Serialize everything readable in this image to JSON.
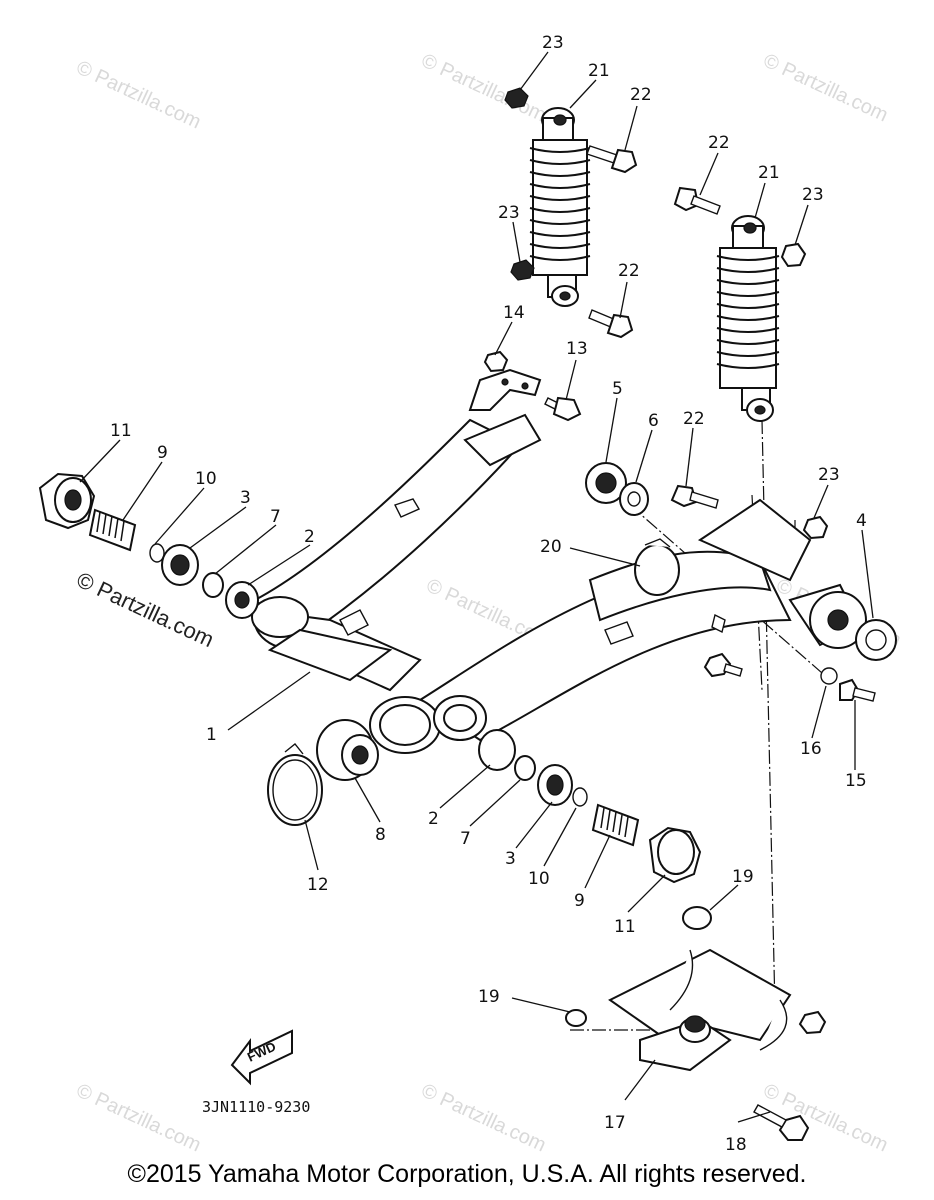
{
  "watermark": "© Partzilla.com",
  "partzilla_label": "© Partzilla.com",
  "diagram_code": "3JN1110-9230",
  "fwd_label": "FWD",
  "copyright": "©2015  Yamaha Motor Corporation, U.S.A. All rights reserved.",
  "callouts": [
    {
      "id": "c23a",
      "text": "23"
    },
    {
      "id": "c21a",
      "text": "21"
    },
    {
      "id": "c22a",
      "text": "22"
    },
    {
      "id": "c22b",
      "text": "22"
    },
    {
      "id": "c21b",
      "text": "21"
    },
    {
      "id": "c23b",
      "text": "23"
    },
    {
      "id": "c23c",
      "text": "23"
    },
    {
      "id": "c22c",
      "text": "22"
    },
    {
      "id": "c14",
      "text": "14"
    },
    {
      "id": "c13",
      "text": "13"
    },
    {
      "id": "c5",
      "text": "5"
    },
    {
      "id": "c6",
      "text": "6"
    },
    {
      "id": "c22d",
      "text": "22"
    },
    {
      "id": "c23d",
      "text": "23"
    },
    {
      "id": "c4",
      "text": "4"
    },
    {
      "id": "c11a",
      "text": "11"
    },
    {
      "id": "c9a",
      "text": "9"
    },
    {
      "id": "c10a",
      "text": "10"
    },
    {
      "id": "c3a",
      "text": "3"
    },
    {
      "id": "c7a",
      "text": "7"
    },
    {
      "id": "c2a",
      "text": "2"
    },
    {
      "id": "c20",
      "text": "20"
    },
    {
      "id": "c1",
      "text": "1"
    },
    {
      "id": "c16",
      "text": "16"
    },
    {
      "id": "c15",
      "text": "15"
    },
    {
      "id": "c8",
      "text": "8"
    },
    {
      "id": "c12",
      "text": "12"
    },
    {
      "id": "c2b",
      "text": "2"
    },
    {
      "id": "c7b",
      "text": "7"
    },
    {
      "id": "c3b",
      "text": "3"
    },
    {
      "id": "c10b",
      "text": "10"
    },
    {
      "id": "c9b",
      "text": "9"
    },
    {
      "id": "c11b",
      "text": "11"
    },
    {
      "id": "c19a",
      "text": "19"
    },
    {
      "id": "c19b",
      "text": "19"
    },
    {
      "id": "c17",
      "text": "17"
    },
    {
      "id": "c18",
      "text": "18"
    }
  ]
}
